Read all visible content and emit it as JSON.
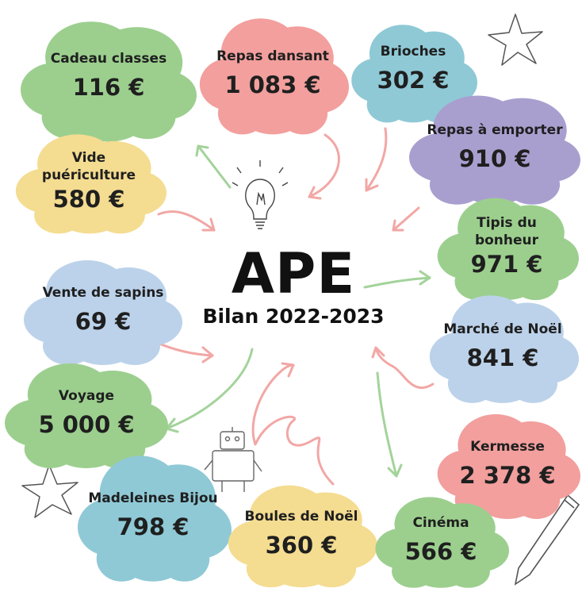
{
  "header": {
    "title": "APE",
    "subtitle": "Bilan 2022-2023"
  },
  "colors": {
    "green": "#9ccf8e",
    "pink": "#f29f9d",
    "blue": "#8fc9d6",
    "purple": "#a99fcf",
    "yellow": "#f4dc91",
    "lightblue": "#bcd2ea",
    "arrow_green": "#a3d39a",
    "arrow_pink": "#f2a7a5"
  },
  "icons": [
    "lightbulb-icon",
    "robot-icon",
    "star-icon",
    "pencil-icon"
  ],
  "clouds": [
    {
      "label": "Cadeau classes",
      "amount": "116 €",
      "color": "green"
    },
    {
      "label": "Repas dansant",
      "amount": "1 083 €",
      "color": "pink"
    },
    {
      "label": "Brioches",
      "amount": "302 €",
      "color": "blue"
    },
    {
      "label": "Repas à emporter",
      "amount": "910 €",
      "color": "purple"
    },
    {
      "label": "Vide puériculture",
      "amount": "580 €",
      "color": "yellow"
    },
    {
      "label": "Tipis du bonheur",
      "amount": "971 €",
      "color": "green"
    },
    {
      "label": "Vente de sapins",
      "amount": "69 €",
      "color": "lightblue"
    },
    {
      "label": "Marché de Noël",
      "amount": "841 €",
      "color": "lightblue"
    },
    {
      "label": "Voyage",
      "amount": "5 000 €",
      "color": "green"
    },
    {
      "label": "Kermesse",
      "amount": "2 378 €",
      "color": "pink"
    },
    {
      "label": "Madeleines Bijou",
      "amount": "798 €",
      "color": "blue"
    },
    {
      "label": "Boules de Noël",
      "amount": "360 €",
      "color": "yellow"
    },
    {
      "label": "Cinéma",
      "amount": "566 €",
      "color": "green"
    }
  ]
}
